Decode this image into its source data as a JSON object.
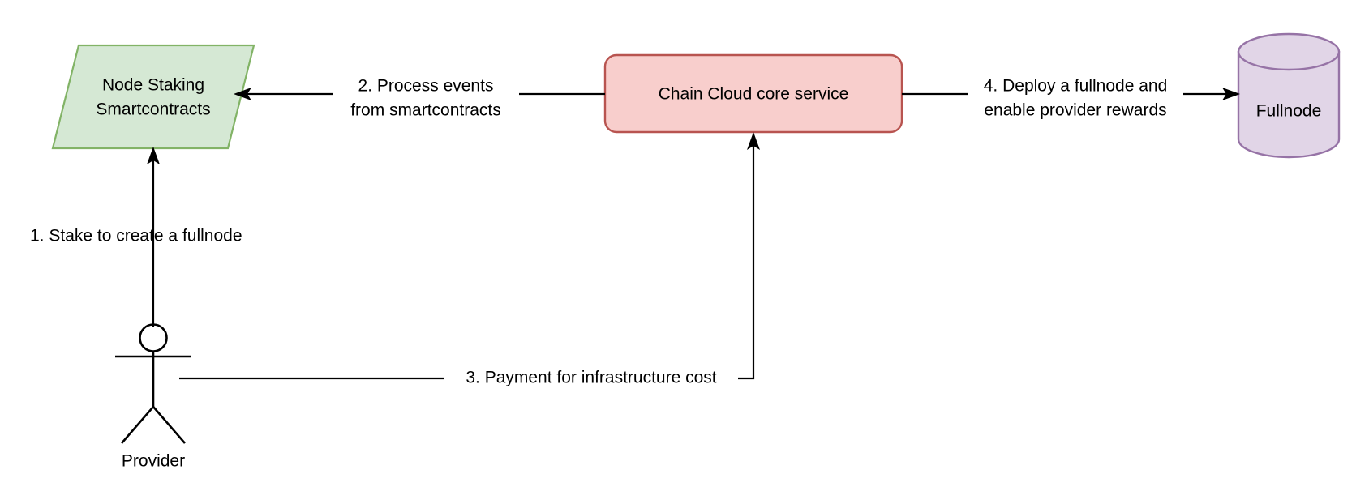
{
  "diagram": {
    "type": "flowchart",
    "title": "Chain Cloud provider staking and fullnode deployment flow",
    "background_color": "#ffffff",
    "nodes": [
      {
        "id": "node-staking-smartcontracts",
        "shape": "parallelogram",
        "label_line1": "Node Staking",
        "label_line2": "Smartcontracts",
        "fill_color": "#d5e8d4",
        "stroke_color": "#82b366"
      },
      {
        "id": "chain-cloud-core-service",
        "shape": "rounded-rectangle",
        "label": "Chain Cloud core service",
        "fill_color": "#f8cecc",
        "stroke_color": "#b85450"
      },
      {
        "id": "fullnode",
        "shape": "cylinder",
        "label": "Fullnode",
        "fill_color": "#e1d5e7",
        "stroke_color": "#9673a6"
      },
      {
        "id": "provider",
        "shape": "actor",
        "label": "Provider",
        "stroke_color": "#000000"
      }
    ],
    "edges": [
      {
        "id": "edge-1",
        "from": "provider",
        "to": "node-staking-smartcontracts",
        "label_line1": "1. Stake to create a fullnode",
        "label_line2": "",
        "direction": "up"
      },
      {
        "id": "edge-2",
        "from": "chain-cloud-core-service",
        "to": "node-staking-smartcontracts",
        "label_line1": "2. Process events",
        "label_line2": "from smartcontracts",
        "direction": "left"
      },
      {
        "id": "edge-3",
        "from": "provider",
        "to": "chain-cloud-core-service",
        "label_line1": "3. Payment for infrastructure cost",
        "label_line2": "",
        "direction": "up"
      },
      {
        "id": "edge-4",
        "from": "chain-cloud-core-service",
        "to": "fullnode",
        "label_line1": "4. Deploy a fullnode and",
        "label_line2": "enable provider rewards",
        "direction": "right"
      }
    ]
  }
}
